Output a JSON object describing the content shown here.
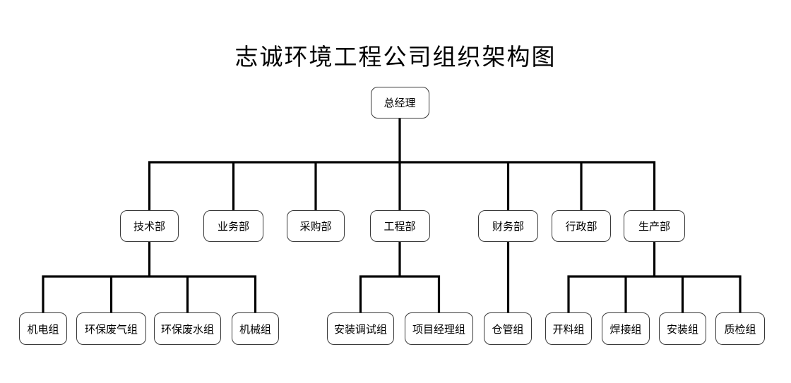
{
  "title": "志诚环境工程公司组织架构图",
  "org": {
    "root": {
      "label": "总经理"
    },
    "departments": [
      {
        "label": "技术部",
        "teams": [
          "机电组",
          "环保废气组",
          "环保废水组",
          "机械组"
        ]
      },
      {
        "label": "业务部",
        "teams": []
      },
      {
        "label": "采购部",
        "teams": []
      },
      {
        "label": "工程部",
        "teams": [
          "安装调试组",
          "项目经理组"
        ]
      },
      {
        "label": "财务部",
        "teams": [
          "仓管组"
        ]
      },
      {
        "label": "行政部",
        "teams": []
      },
      {
        "label": "生产部",
        "teams": [
          "开料组",
          "焊接组",
          "安装组",
          "质检组"
        ]
      }
    ]
  },
  "colors": {
    "background": "#ffffff",
    "connector_line": "#000000",
    "node_border": "#383838",
    "node_fill": "#ffffff",
    "text": "#000000"
  }
}
